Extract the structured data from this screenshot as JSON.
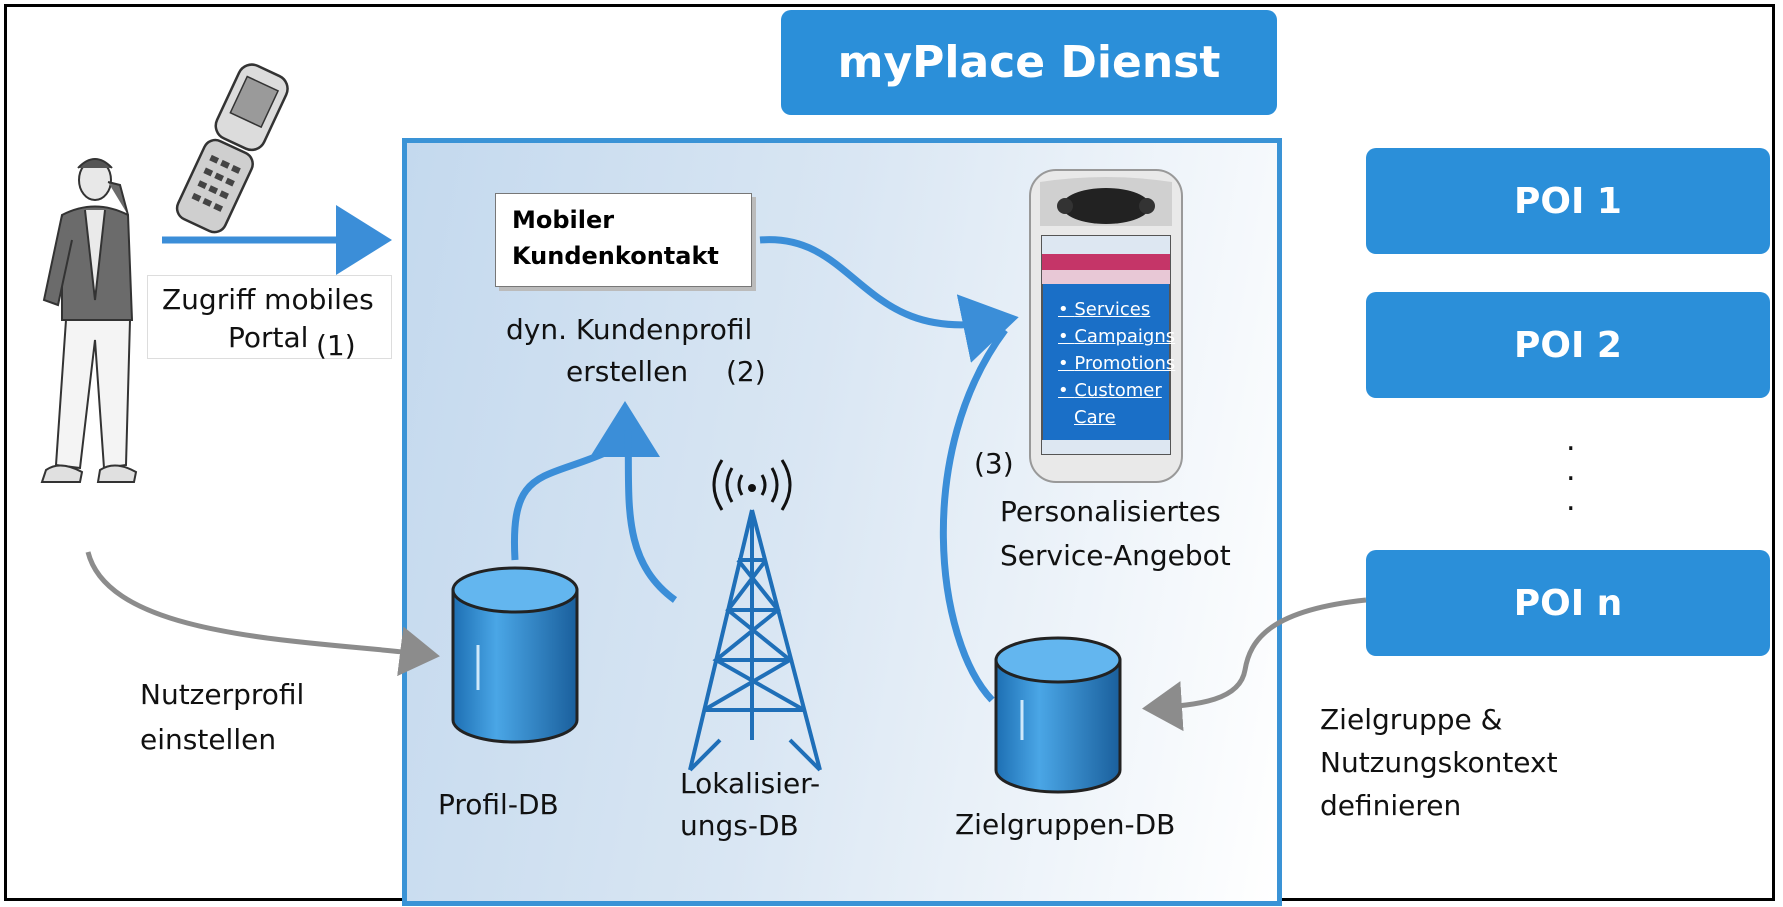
{
  "title": "myPlace Dienst",
  "poi_labels": [
    "POI 1",
    "POI 2",
    "POI n"
  ],
  "poi_ellipsis": [
    ".",
    ".",
    "."
  ],
  "access": {
    "line1": "Zugriff mobiles",
    "line2": "Portal",
    "step": "(1)"
  },
  "note": {
    "line1": "Mobiler",
    "line2": "Kundenkontakt"
  },
  "profile_create": {
    "line1": "dyn. Kundenprofil",
    "line2": "erstellen",
    "step": "(2)"
  },
  "step3": "(3)",
  "offer": {
    "line1": "Personalisiertes",
    "line2": "Service-Angebot"
  },
  "user_profile": {
    "line1": "Nutzerprofil",
    "line2": "einstellen"
  },
  "db": {
    "profile": "Profil-DB",
    "localization": {
      "line1": "Lokalisier-",
      "line2": "ungs-DB"
    },
    "target": "Zielgruppen-DB"
  },
  "define": {
    "line1": "Zielgruppe &",
    "line2": "Nutzungskontext",
    "line3": "definieren"
  },
  "phone_menu": [
    "Services",
    "Campaigns",
    "Promotions",
    "Customer",
    "Care"
  ],
  "colors": {
    "accent": "#2b8fd9",
    "service_border": "#3a93d6",
    "arrow_blue": "#3b8ed8",
    "arrow_gray": "#8c8c8c"
  },
  "icons": [
    "person-icon",
    "flip-phone-icon",
    "smartphone-icon",
    "radio-tower-icon",
    "database-icon"
  ]
}
